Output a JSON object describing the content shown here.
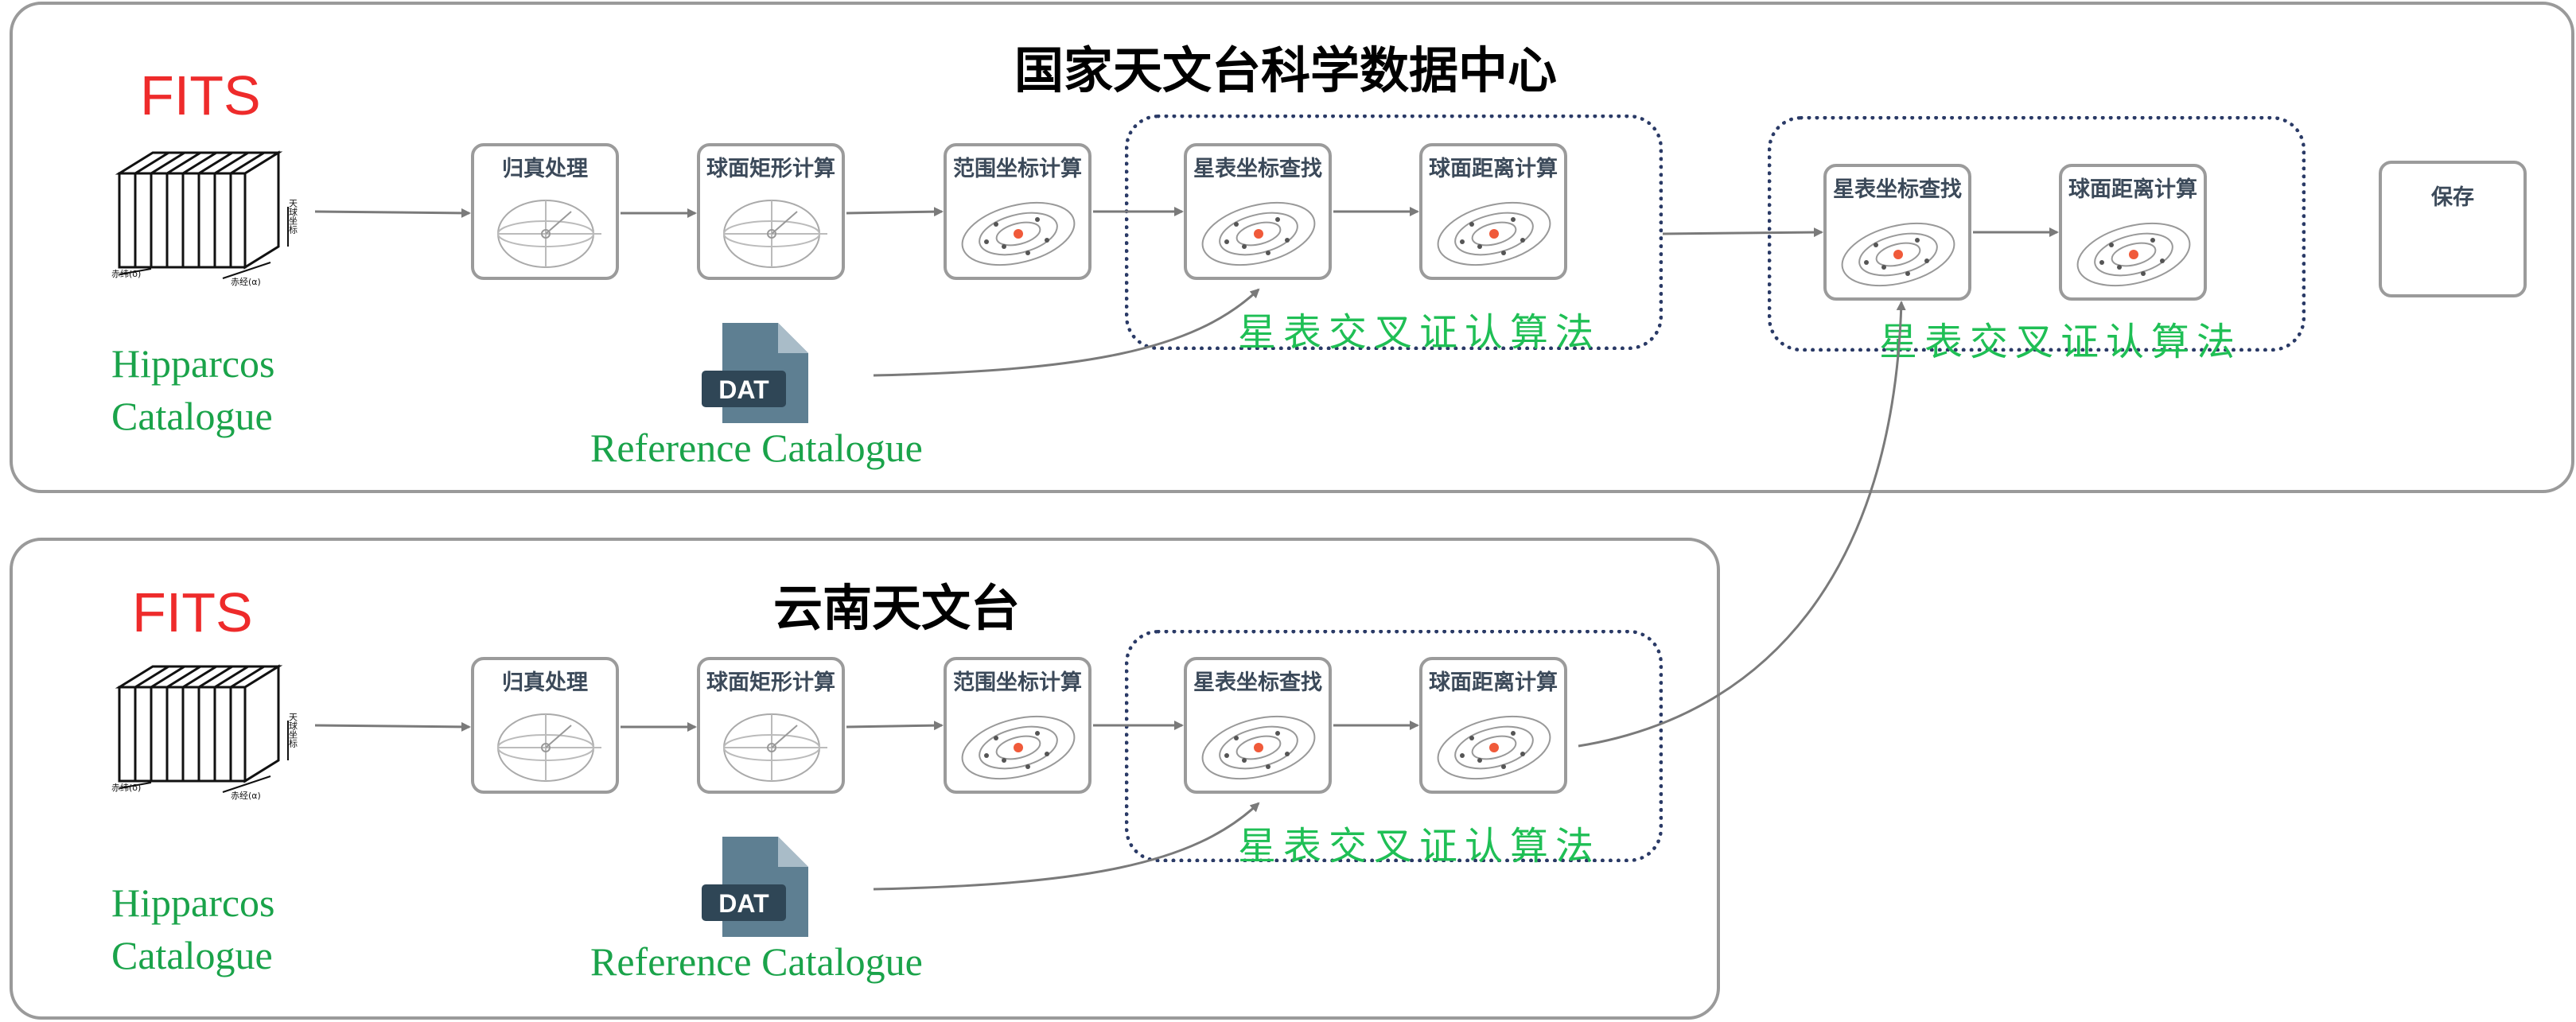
{
  "panels": [
    {
      "title": "国家天文台科学数据中心",
      "fits": "FITS",
      "catalogue": [
        "Hipparcos",
        "Catalogue"
      ],
      "dat_label": "DAT",
      "reference": "Reference Catalogue",
      "steps": [
        "归真处理",
        "球面矩形计算",
        "范围坐标计算",
        "星表坐标查找",
        "球面距离计算"
      ],
      "algorithm": "星表交叉证认算法",
      "merge_steps": [
        "星表坐标查找",
        "球面距离计算"
      ],
      "merge_algorithm": "星表交叉证认算法",
      "save": "保存"
    },
    {
      "title": "云南天文台",
      "fits": "FITS",
      "catalogue": [
        "Hipparcos",
        "Catalogue"
      ],
      "dat_label": "DAT",
      "reference": "Reference Catalogue",
      "steps": [
        "归真处理",
        "球面矩形计算",
        "范围坐标计算",
        "星表坐标查找",
        "球面距离计算"
      ],
      "algorithm": "星表交叉证认算法"
    }
  ],
  "cube_labels": [
    "天球坐标",
    "赤经(α)",
    "赤纬(δ)"
  ],
  "colors": {
    "fits": "#ee2b2b",
    "green_text": "#1aa34a",
    "dashed_border": "#2a3a66",
    "dat_icon": "#5e7f92",
    "arrow": "#7a7a7a"
  }
}
